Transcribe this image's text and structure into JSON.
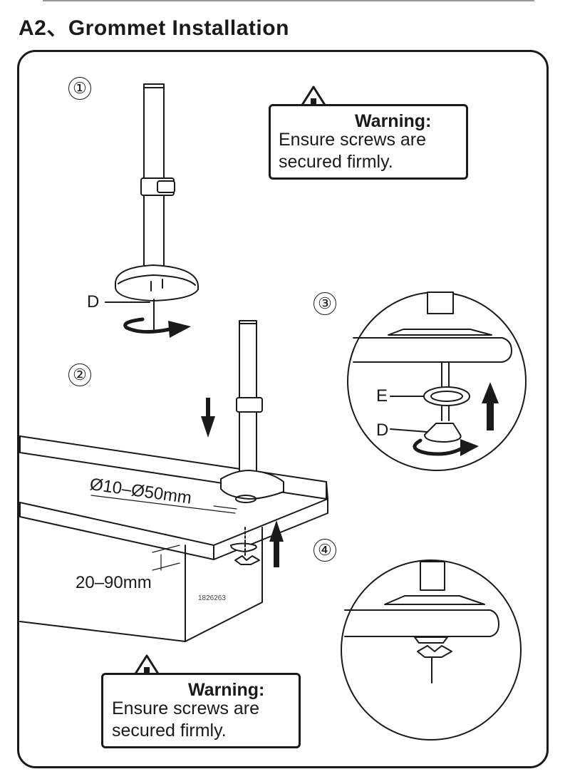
{
  "title": "A2、Grommet Installation",
  "steps": [
    "①",
    "②",
    "③",
    "④"
  ],
  "callouts": {
    "d_top": "D",
    "e_detail": "E",
    "d_detail": "D"
  },
  "dimensions": {
    "hole_diameter": "Ø10–Ø50mm",
    "desk_thickness": "20–90mm"
  },
  "part_id": "1826263",
  "warnings": [
    {
      "heading": "Warning:",
      "line1": "Ensure screws are",
      "line2": "secured firmly."
    },
    {
      "heading": "Warning:",
      "line1": "Ensure screws are",
      "line2": "secured firmly."
    }
  ],
  "icons": {
    "warning": "warning-triangle-icon",
    "arrow": "arrow-icon"
  },
  "colors": {
    "ink": "#1a1a1a",
    "paper": "#ffffff"
  }
}
